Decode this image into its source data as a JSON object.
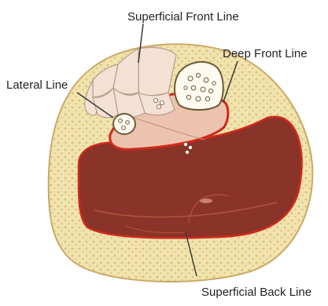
{
  "labels": {
    "superficial_front": "Superficial Front Line",
    "deep_front": "Deep Front Line",
    "lateral": "Lateral Line",
    "superficial_back": "Superficial Back Line"
  },
  "colors": {
    "skin_fill": "#f1e3ae",
    "skin_edge": "#c9a866",
    "fat_dots": "#d9c07a",
    "fascia": "#cf2a1c",
    "front_muscle": "#f4e1d4",
    "deep_muscle": "#ecc3ae",
    "back_muscle": "#8a3328",
    "back_muscle_edge": "#b0533f",
    "bone": "#fffbf0",
    "bone_edge": "#6b5a3a",
    "leader": "#3a3a3a"
  }
}
